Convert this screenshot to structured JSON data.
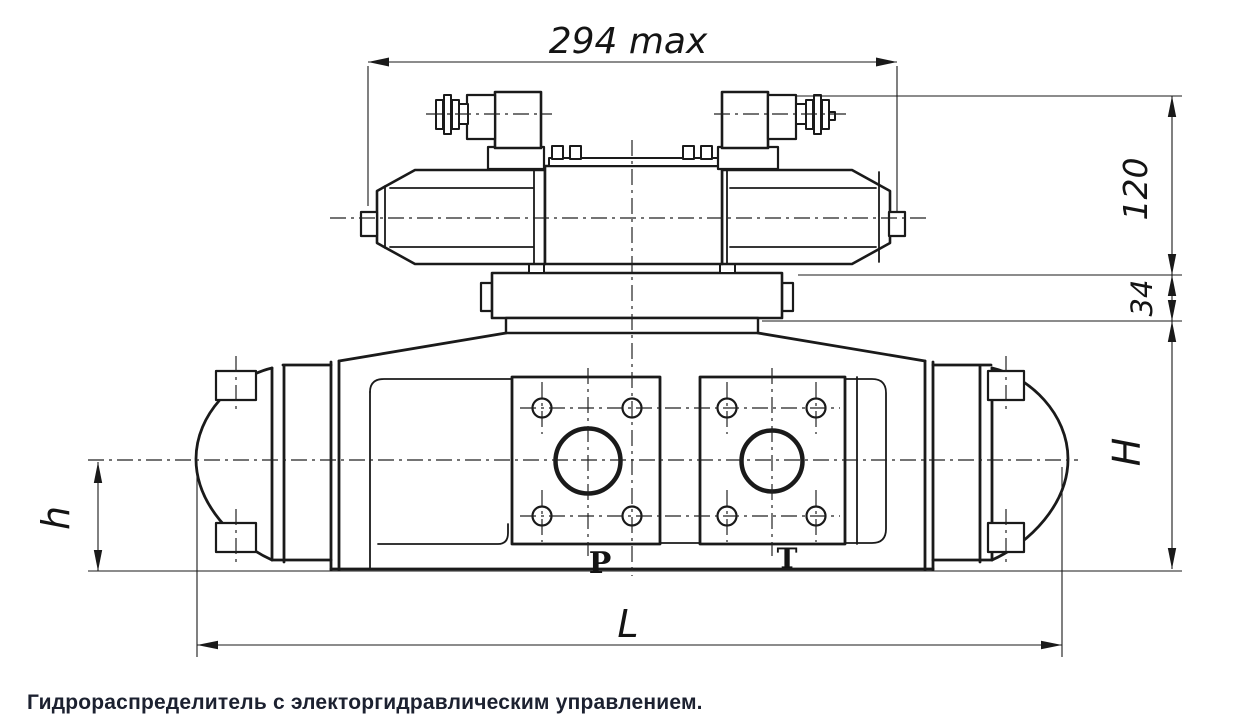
{
  "drawing": {
    "caption": "Гидрораспределитель с электоргидравлическим управлением.",
    "dimensions": {
      "overall_width": "294 max",
      "solenoid_height": "120",
      "adapter_height": "34",
      "body_height": "H",
      "axis_height": "h",
      "overall_length": "L"
    },
    "ports": {
      "pressure_label": "P",
      "tank_label": "T"
    },
    "colors": {
      "line": "#1a1a1a",
      "caption_text": "#1c2130",
      "background": "#ffffff"
    }
  }
}
